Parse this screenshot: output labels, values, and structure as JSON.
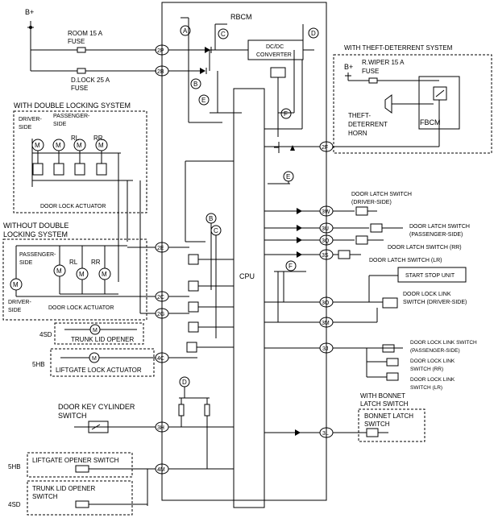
{
  "rbcm": {
    "title": "RBCM",
    "cpu": "CPU",
    "converter_l1": "DC/DC",
    "converter_l2": "CONVERTER"
  },
  "power": {
    "bplus": "B+",
    "room_fuse_l1": "ROOM 15 A",
    "room_fuse_l2": "FUSE",
    "dlock_fuse_l1": "D.LOCK 25 A",
    "dlock_fuse_l2": "FUSE"
  },
  "refs": {
    "A": "A",
    "B": "B",
    "C": "C",
    "D": "D",
    "E": "E",
    "F": "F"
  },
  "terminals": {
    "2P": "2P",
    "2B": "2B",
    "2F": "2F",
    "2E": "2E",
    "2C": "2C",
    "2G": "2G",
    "4C": "4C",
    "3H": "3H",
    "4M": "4M",
    "3W": "3W",
    "3U": "3U",
    "3Q": "3Q",
    "3S": "3S",
    "3O": "3O",
    "3M": "3M",
    "3J": "3J",
    "3L": "3L"
  },
  "theft": {
    "title": "WITH THEFT-DETERRENT SYSTEM",
    "bplus": "B+",
    "fuse_l1": "R.WIPER 15 A",
    "fuse_l2": "FUSE",
    "horn_l1": "THEFT-",
    "horn_l2": "DETERRENT",
    "horn_l3": "HORN",
    "fbcm": "FBCM"
  },
  "double_lock": {
    "title": "WITH DOUBLE LOCKING SYSTEM",
    "driver_l1": "DRIVER-",
    "driver_l2": "SIDE",
    "pass_l1": "PASSENGER-",
    "pass_l2": "SIDE",
    "rl": "RL",
    "rr": "RR",
    "actuator": "DOOR LOCK ACTUATOR",
    "motor": "M"
  },
  "no_double_lock": {
    "title_l1": "WITHOUT DOUBLE",
    "title_l2": "LOCKING SYSTEM",
    "pass_l1": "PASSENGER-",
    "pass_l2": "SIDE",
    "rl": "RL",
    "rr": "RR",
    "driver_l1": "DRIVER-",
    "driver_l2": "SIDE",
    "actuator": "DOOR LOCK ACTUATOR",
    "motor": "M"
  },
  "trunk": {
    "sd4": "4SD",
    "hb5": "5HB",
    "trunk_opener": "TRUNK LID OPENER",
    "liftgate_actuator": "LIFTGATE LOCK ACTUATOR",
    "motor": "M"
  },
  "key_cyl": {
    "l1": "DOOR KEY CYLINDER",
    "l2": "SWITCH"
  },
  "liftgate_sw": {
    "hb5": "5HB",
    "label": "LIFTGATE OPENER SWITCH"
  },
  "trunk_sw": {
    "sd4": "4SD",
    "l1": "TRUNK LID OPENER",
    "l2": "SWITCH"
  },
  "latch": {
    "driver_l1": "DOOR LATCH SWITCH",
    "driver_l2": "(DRIVER-SIDE)",
    "pass_l1": "DOOR LATCH SWITCH",
    "pass_l2": "(PASSENGER-SIDE)",
    "rr": "DOOR LATCH SWITCH (RR)",
    "lr": "DOOR LATCH SWITCH (LR)"
  },
  "start_stop": "START STOP UNIT",
  "link": {
    "driver_l1": "DOOR LOCK LINK",
    "driver_l2": "SWITCH (DRIVER-SIDE)",
    "pass_l1": "DOOR LOCK LINK SWITCH",
    "pass_l2": "(PASSENGER-SIDE)",
    "rr_l1": "DOOR LOCK LINK",
    "rr_l2": "SWITCH (RR)",
    "lr_l1": "DOOR LOCK LINK",
    "lr_l2": "SWITCH (LR)"
  },
  "bonnet": {
    "with_l1": "WITH BONNET",
    "with_l2": "LATCH SWITCH",
    "sw_l1": "BONNET LATCH",
    "sw_l2": "SWITCH"
  }
}
